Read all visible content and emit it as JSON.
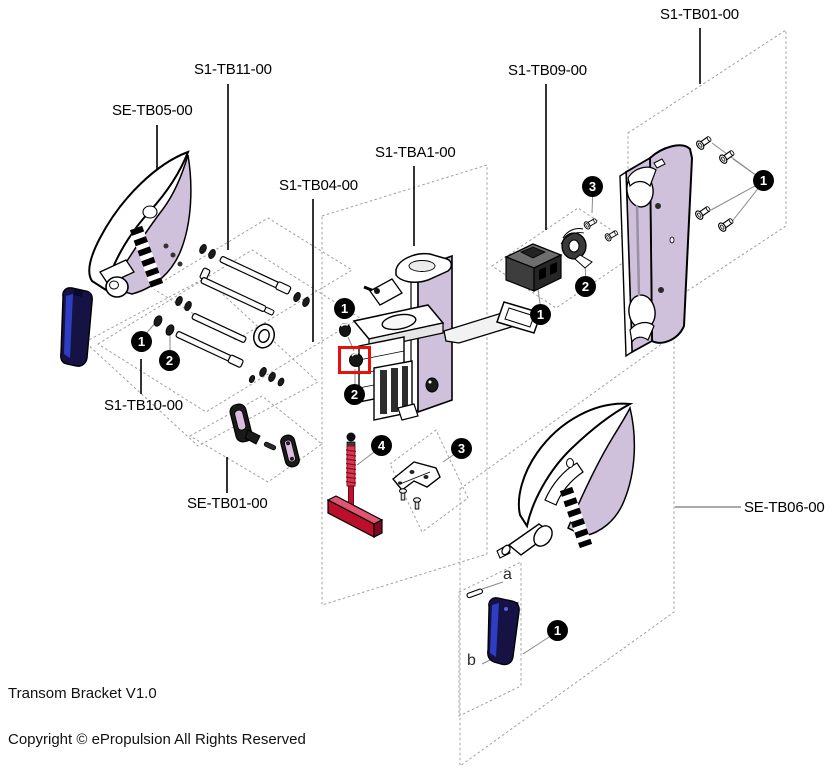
{
  "document": {
    "title": "Transom Bracket V1.0",
    "copyright": "Copyright © ePropulsion All Rights Reserved"
  },
  "colors": {
    "lavender_panel": "#cfc0dc",
    "navy_handle": "#161243",
    "blue_highlight": "#2e3ec4",
    "red_part_top": "#e05570",
    "red_part_front": "#bb0f2c",
    "red_highlight_box": "#e8100c",
    "dark_part": "#3a3a3a",
    "dashed_box_line": "#a0a0a0",
    "leader_line": "#8a8a8a"
  },
  "part_labels": [
    {
      "code": "S1-TB01-00"
    },
    {
      "code": "S1-TB11-00"
    },
    {
      "code": "SE-TB05-00"
    },
    {
      "code": "S1-TB09-00"
    },
    {
      "code": "S1-TBA1-00"
    },
    {
      "code": "S1-TB04-00"
    },
    {
      "code": "S1-TB10-00"
    },
    {
      "code": "SE-TB01-00"
    },
    {
      "code": "SE-TB06-00"
    }
  ],
  "callouts": [
    {
      "number": "1",
      "group": "S1-TB10-00"
    },
    {
      "number": "2",
      "group": "S1-TB10-00"
    },
    {
      "number": "1",
      "group": "S1-TBA1-00"
    },
    {
      "number": "2",
      "group": "S1-TBA1-00"
    },
    {
      "number": "4",
      "group": "S1-TBA1-00"
    },
    {
      "number": "3",
      "group": "S1-TBA1-00"
    },
    {
      "number": "3",
      "group": "S1-TB09-00"
    },
    {
      "number": "2",
      "group": "S1-TB09-00"
    },
    {
      "number": "1",
      "group": "S1-TB09-00"
    },
    {
      "number": "1",
      "group": "S1-TB01-00"
    },
    {
      "number": "1",
      "group": "SE-TB06-00"
    }
  ],
  "sub_labels": [
    {
      "letter": "a"
    },
    {
      "letter": "b"
    }
  ]
}
